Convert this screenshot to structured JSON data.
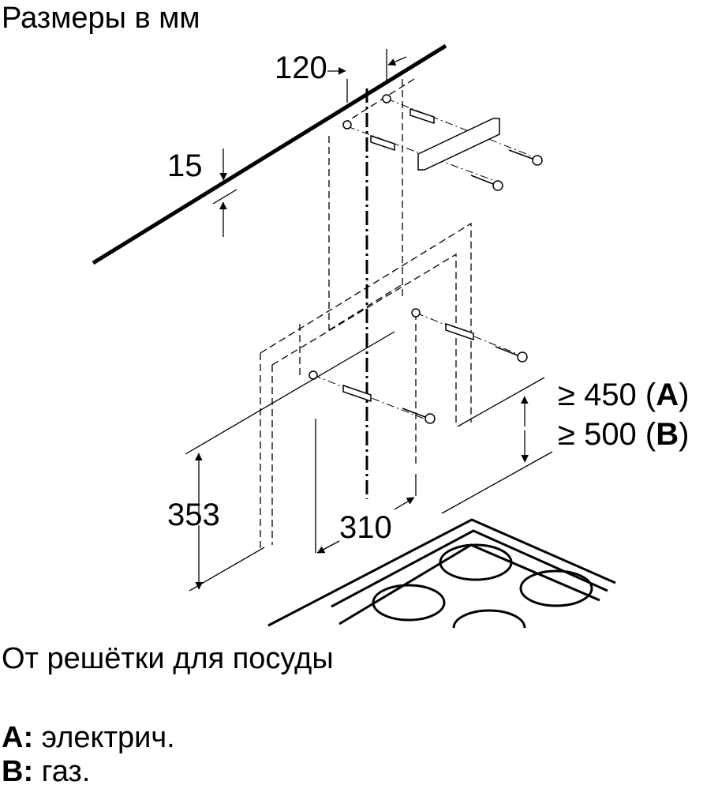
{
  "title": "Размеры в мм",
  "dimensions": {
    "d120": "120",
    "d15": "15",
    "d353": "353",
    "d310": "310",
    "dA": "≥ 450",
    "dA_key": "A",
    "dB": "≥ 500",
    "dB_key": "B"
  },
  "note": "От решётки для посуды",
  "legend": [
    {
      "key": "A:",
      "text": " электрич."
    },
    {
      "key": "B:",
      "text": " газ."
    }
  ]
}
